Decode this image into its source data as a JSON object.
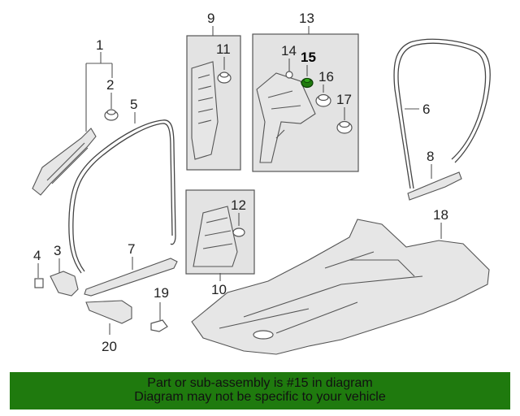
{
  "diagram": {
    "callouts": [
      "1",
      "2",
      "3",
      "4",
      "5",
      "6",
      "7",
      "8",
      "9",
      "10",
      "11",
      "12",
      "13",
      "14",
      "15",
      "16",
      "17",
      "18",
      "19",
      "20"
    ],
    "highlighted_callout": "15",
    "highlight_color": "#1f7a0e"
  },
  "banner": {
    "line1": "Part or sub-assembly is #15 in diagram",
    "line2": "Diagram may not be specific to your vehicle",
    "background": "#1f7a0e"
  }
}
